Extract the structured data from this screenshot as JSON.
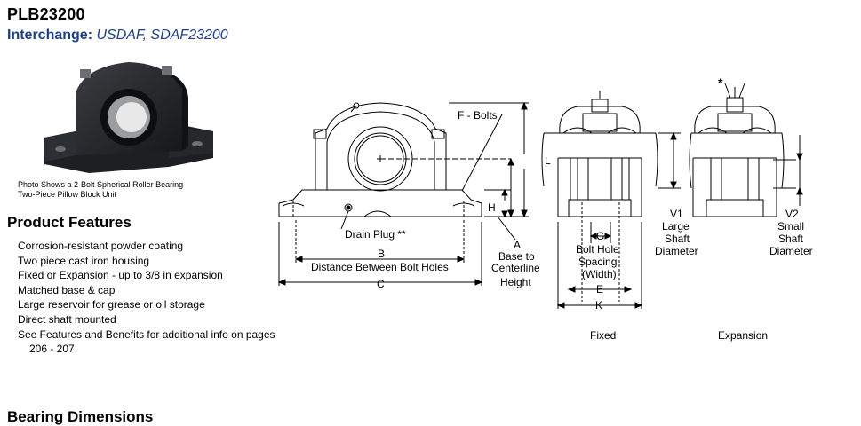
{
  "product": {
    "part_number": "PLB23200",
    "interchange_label": "Interchange:",
    "interchange_value": "USDAF, SDAF23200"
  },
  "photo": {
    "caption_line1": "Photo Shows a 2-Bolt Spherical Roller Bearing",
    "caption_line2": "Two-Piece Pillow Block Unit"
  },
  "features": {
    "title": "Product Features",
    "items": [
      "Corrosion-resistant powder coating",
      "Two piece cast iron housing",
      "Fixed or Expansion - up to 3/8 in expansion",
      "Matched base & cap",
      "Large reservoir for grease or oil storage",
      "Direct shaft mounted",
      "See Features and Benefits for additional info on pages",
      "206 - 207."
    ]
  },
  "diagram": {
    "f_bolts": "F - Bolts",
    "l": "L",
    "h": "H",
    "drain_plug": "Drain Plug **",
    "b": "B",
    "b_desc": "Distance Between Bolt Holes",
    "c": "C",
    "a": "A",
    "a_desc1": "Base to",
    "a_desc2": "Centerline",
    "a_desc3": "Height",
    "g": "G",
    "bolt_hole1": "Bolt Hole",
    "bolt_hole2": "Spacing",
    "bolt_hole3": "(Width)",
    "e": "E",
    "k": "K",
    "v1": "V1",
    "v1_desc1": "Large",
    "v1_desc2": "Shaft",
    "v1_desc3": "Diameter",
    "v2": "V2",
    "v2_desc1": "Small",
    "v2_desc2": "Shaft",
    "v2_desc3": "Diameter",
    "asterisk": "*",
    "fixed": "Fixed",
    "expansion": "Expansion"
  },
  "bearing_dimensions": {
    "title": "Bearing Dimensions"
  }
}
